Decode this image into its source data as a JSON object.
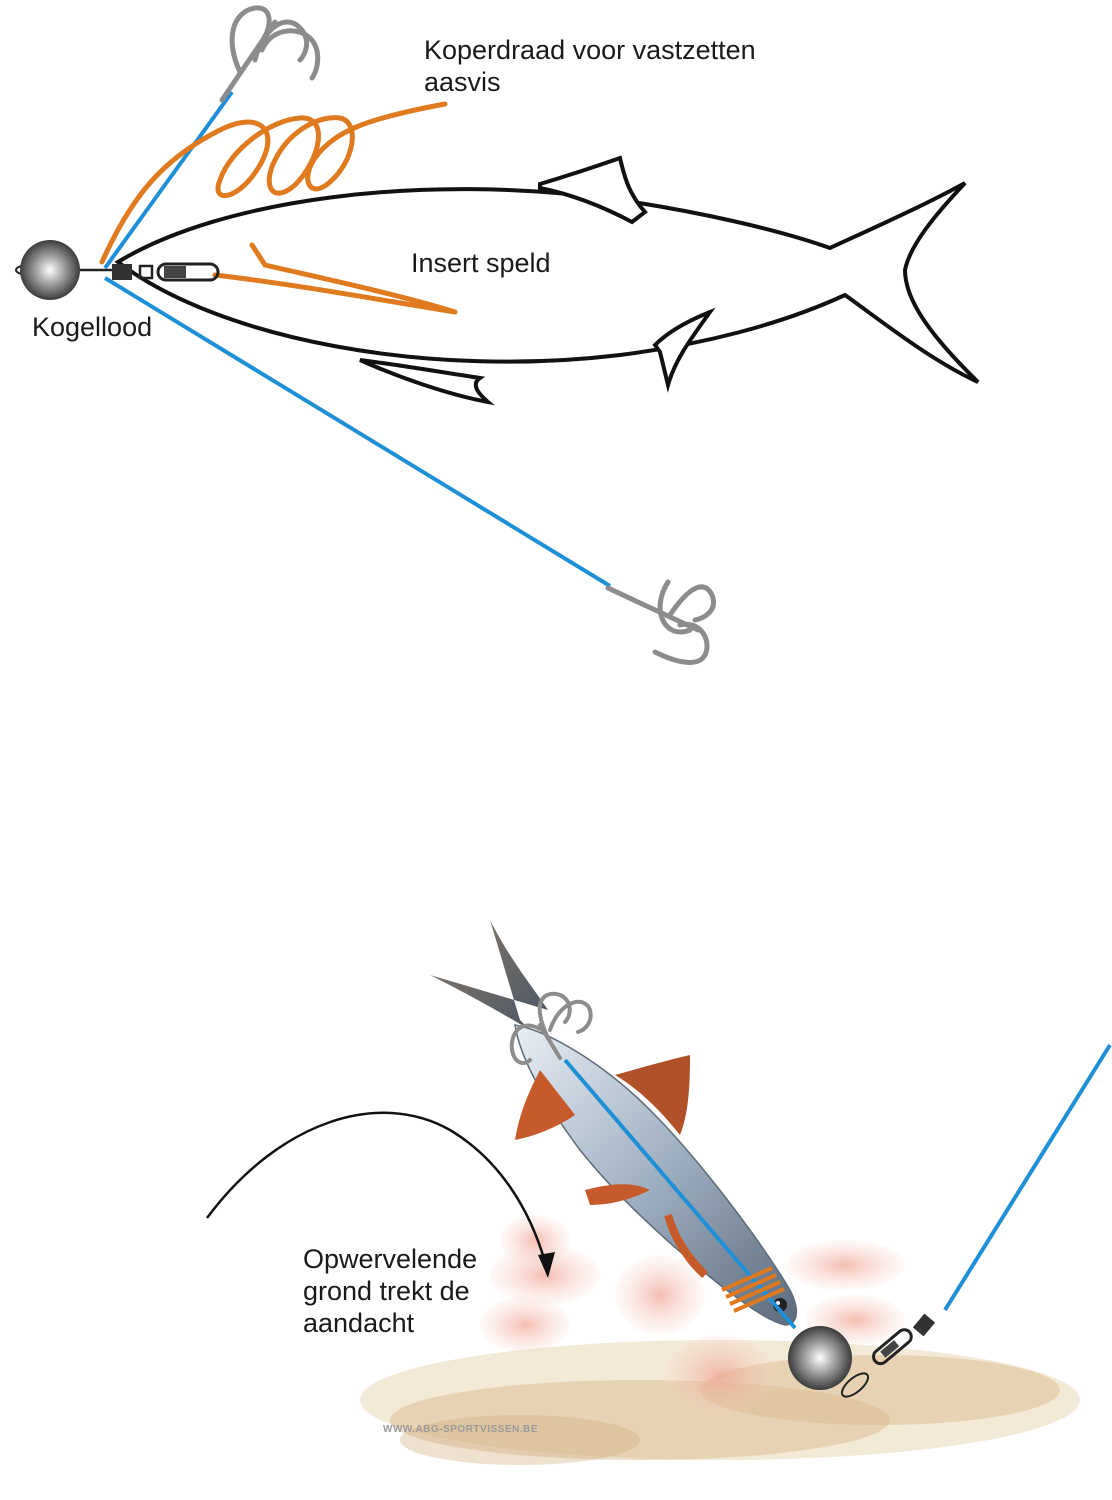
{
  "labels": {
    "koperdraad_line1": "Koperdraad voor vastzetten",
    "koperdraad_line2": "aasvis",
    "insert_speld": "Insert speld",
    "kogellood": "Kogellood",
    "opwervelende_line1": "Opwervelende",
    "opwervelende_line2": "grond trekt de",
    "opwervelende_line3": "aandacht"
  },
  "watermark": "WWW.ABG-SPORTVISSEN.BE",
  "colors": {
    "line_blue": "#1f8fd6",
    "copper": "#e07a1f",
    "outline": "#111111",
    "hook": "#8c8c8c",
    "lead": "#707070",
    "sand": "#c9a46e",
    "fin_red": "#c65a2a",
    "cloud": "#f3b8a8"
  }
}
